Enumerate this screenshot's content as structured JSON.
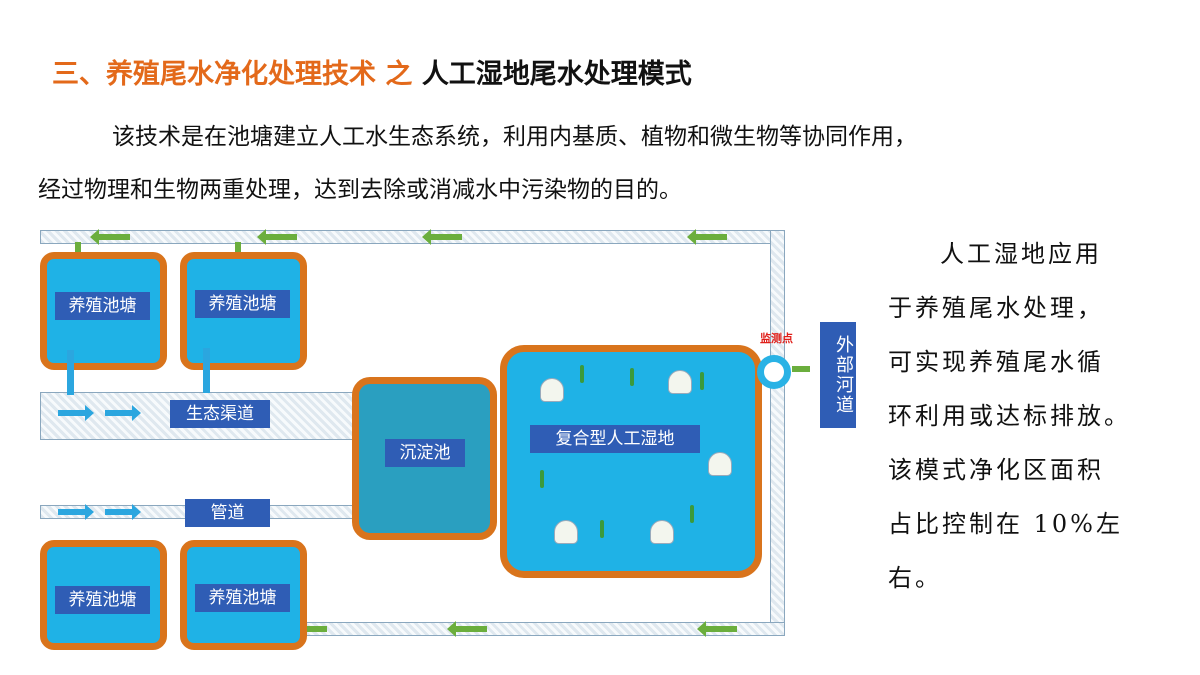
{
  "title": {
    "orange": "三、养殖尾水净化处理技术 之 ",
    "black": "人工湿地尾水处理模式"
  },
  "intro": {
    "line1": "该技术是在池塘建立人工水生态系统，利用内基质、植物和微生物等协同作用，",
    "line2": "经过物理和生物两重处理，达到去除或消减水中污染物的目的。"
  },
  "diagram": {
    "pond_label": "养殖池塘",
    "eco_channel": "生态渠道",
    "pipe": "管道",
    "sedimentation": "沉淀池",
    "wetland": "复合型人工湿地",
    "monitor": "监测点",
    "river": "外部河道"
  },
  "side_text": [
    "人工湿地应用",
    "于养殖尾水处理，",
    "可实现养殖尾水循",
    "环利用或达标排放。",
    "该模式净化区面积",
    "占比控制在 10%左",
    "右。"
  ],
  "colors": {
    "orange": "#E3691A",
    "pond_blue": "#1FB2E6",
    "label_blue": "#2F5DB5",
    "monitor_red": "#E0201B"
  }
}
